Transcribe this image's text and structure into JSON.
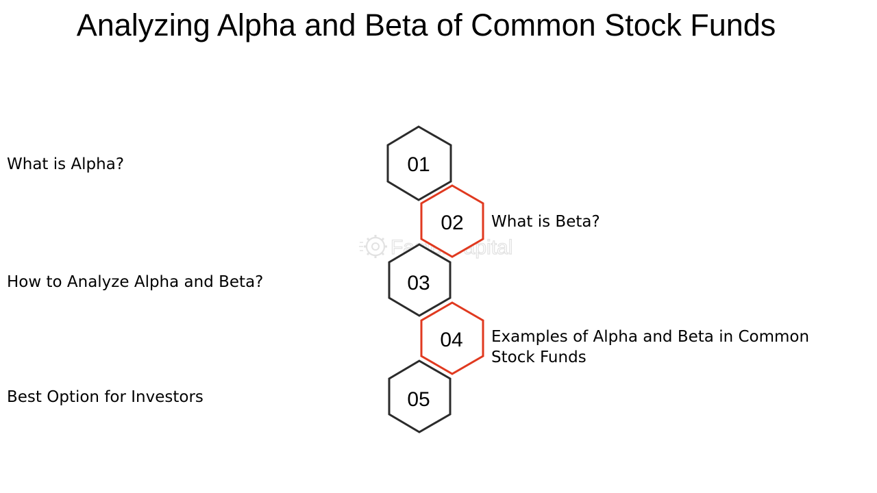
{
  "title": "Analyzing Alpha and Beta of Common Stock Funds",
  "colors": {
    "neutral_stroke": "#2b2b2b",
    "accent_stroke": "#e0391f",
    "text": "#000000"
  },
  "watermark_icon": "gear-icon",
  "watermark_text": "FasterCapital",
  "steps": [
    {
      "number": "01",
      "label": "What is Alpha?",
      "accent": false
    },
    {
      "number": "02",
      "label": "What is Beta?",
      "accent": true
    },
    {
      "number": "03",
      "label": "How to Analyze Alpha and Beta?",
      "accent": false
    },
    {
      "number": "04",
      "label_lines": [
        "Examples of Alpha and Beta in Common",
        "Stock Funds"
      ],
      "accent": true
    },
    {
      "number": "05",
      "label": "Best Option for Investors",
      "accent": false
    }
  ]
}
